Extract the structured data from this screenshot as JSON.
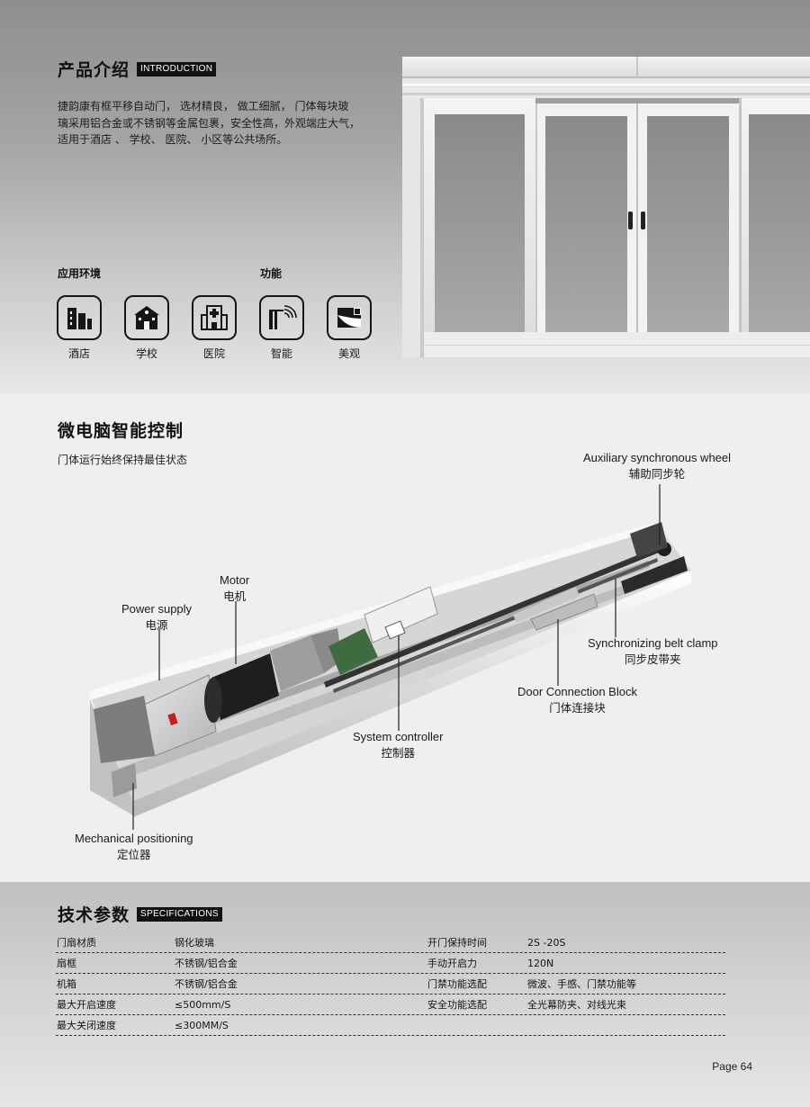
{
  "intro": {
    "title": "产品介绍",
    "tag": "INTRODUCTION",
    "paragraph_lines": [
      "捷韵康有框平移自动门， 选材精良， 做工细腻， 门体每块玻",
      "璃采用铝合金或不锈钢等金属包裹，安全性高，外观端庄大气，",
      "适用于酒店 、 学校、 医院、 小区等公共场所。"
    ],
    "environment_label": "应用环境",
    "function_label": "功能",
    "icons": [
      {
        "name": "hotel-icon",
        "label": "酒店"
      },
      {
        "name": "school-icon",
        "label": "学校"
      },
      {
        "name": "hospital-icon",
        "label": "医院"
      },
      {
        "name": "smart-icon",
        "label": "智能"
      },
      {
        "name": "beauty-icon",
        "label": "美观"
      }
    ]
  },
  "control": {
    "title": "微电脑智能控制",
    "subtitle": "门体运行始终保持最佳状态",
    "callouts": {
      "aux_wheel": {
        "en": "Auxiliary synchronous wheel",
        "cn": "辅助同步轮"
      },
      "motor": {
        "en": "Motor",
        "cn": "电机"
      },
      "power": {
        "en": "Power supply",
        "cn": "电源"
      },
      "belt_clamp": {
        "en": "Synchronizing belt clamp",
        "cn": "同步皮带夹"
      },
      "door_block": {
        "en": "Door Connection Block",
        "cn": "门体连接块"
      },
      "controller": {
        "en": "System controller",
        "cn": "控制器"
      },
      "positioning": {
        "en": "Mechanical positioning",
        "cn": "定位器"
      }
    }
  },
  "specs": {
    "title": "技术参数",
    "tag": "SPECIFICATIONS",
    "rows": [
      {
        "k1": "门扇材质",
        "v1": "钢化玻璃",
        "k2": "开门保持时间",
        "v2": "2S -20S"
      },
      {
        "k1": "扇框",
        "v1": "不锈钢/铝合金",
        "k2": "手动开启力",
        "v2": "120N"
      },
      {
        "k1": "机箱",
        "v1": "不锈钢/铝合金",
        "k2": "门禁功能选配",
        "v2": "微波、手感、门禁功能等"
      },
      {
        "k1": "最大开启速度",
        "v1": "≤500mm/S",
        "k2": "安全功能选配",
        "v2": "全光幕防夹、对线光束"
      },
      {
        "k1": "最大关闭速度",
        "v1": "≤300MM/S",
        "k2": "",
        "v2": ""
      }
    ]
  },
  "page": {
    "label": "Page  64"
  }
}
